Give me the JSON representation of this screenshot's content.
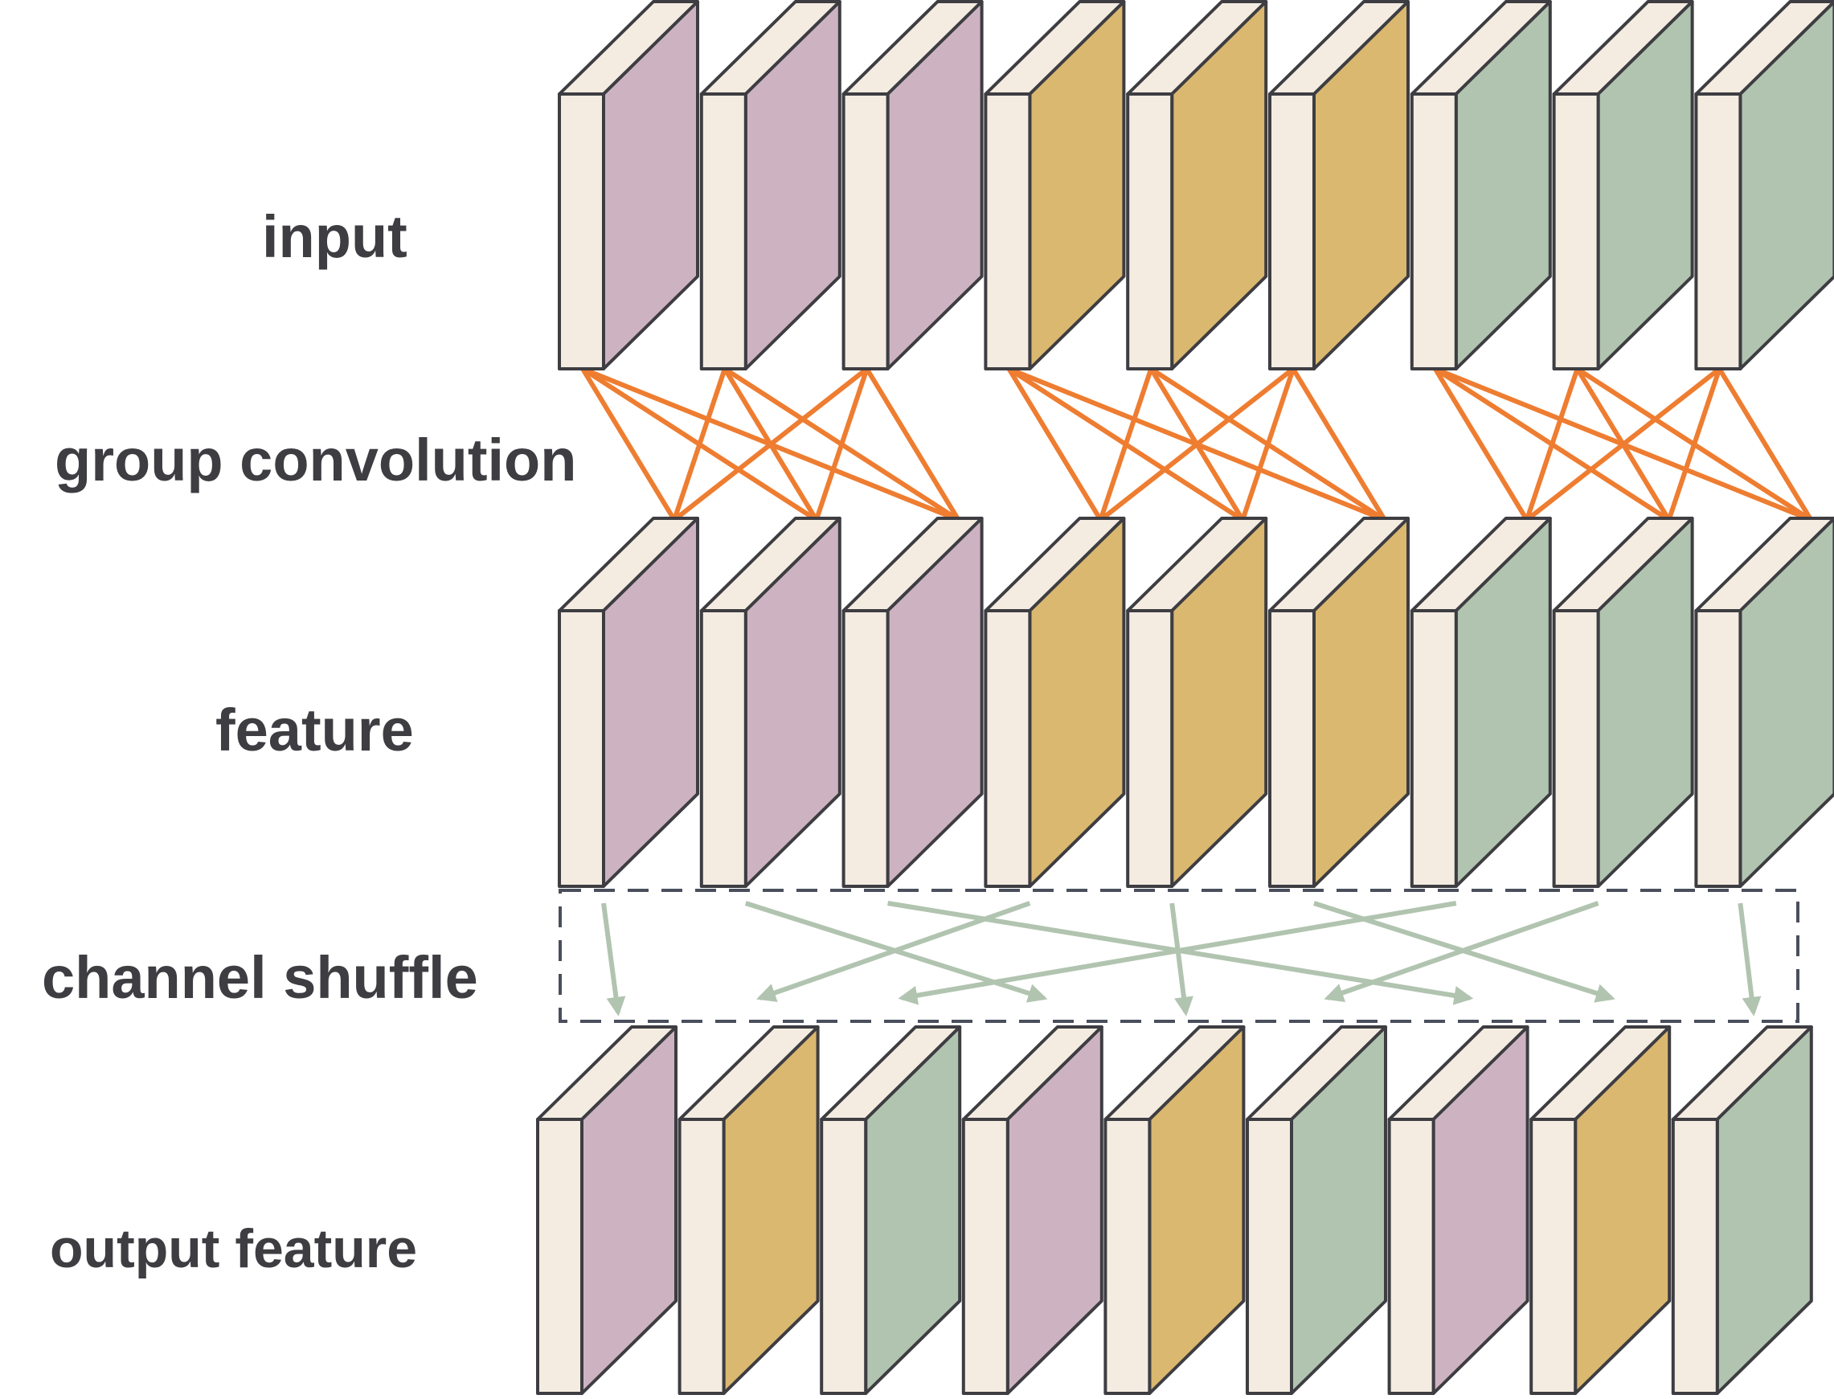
{
  "labels": {
    "input": "input",
    "group_convolution": "group convolution",
    "feature": "feature",
    "channel_shuffle": "channel shuffle",
    "output_feature": "output feature"
  },
  "colors": {
    "purple": "#cdb3c1",
    "gold": "#dbb870",
    "green": "#b1c4b0",
    "front_light": "#f4ece1",
    "outline": "#3d3d42",
    "conv_line": "#ee7d31",
    "shuffle_arrow": "#b1c4b0",
    "dashed_box": "#4a4f5c",
    "label_text": "#3d3d42"
  },
  "layers": {
    "input": [
      "purple",
      "purple",
      "purple",
      "gold",
      "gold",
      "gold",
      "green",
      "green",
      "green"
    ],
    "feature": [
      "purple",
      "purple",
      "purple",
      "gold",
      "gold",
      "gold",
      "green",
      "green",
      "green"
    ],
    "output_feature": [
      "purple",
      "gold",
      "green",
      "purple",
      "gold",
      "green",
      "purple",
      "gold",
      "green"
    ]
  },
  "groups": 3,
  "channels_per_group": 3,
  "channel_shuffle_map": [
    0,
    3,
    6,
    1,
    4,
    7,
    2,
    5,
    8
  ]
}
